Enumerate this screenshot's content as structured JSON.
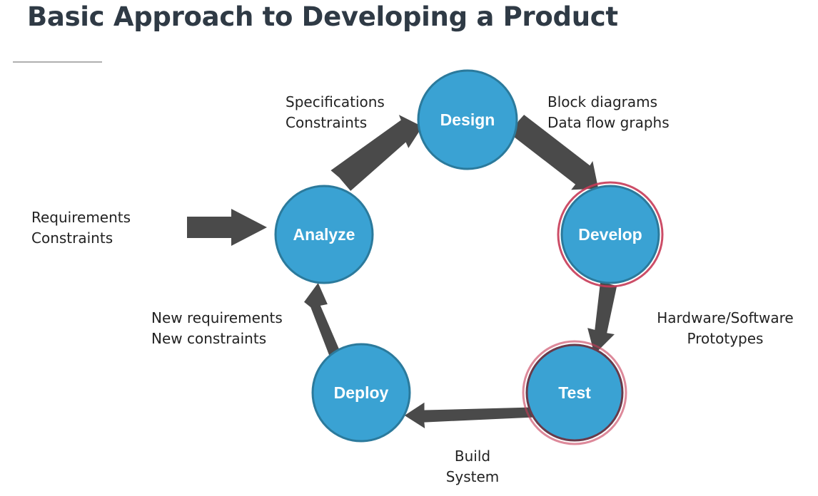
{
  "title": "Basic Approach to Developing a Product",
  "colors": {
    "node_fill": "#3aa2d3",
    "node_outline": "#2b7a9c",
    "highlight_ring": "#c73a56",
    "arrow": "#4a4a4a",
    "title": "#2f3a45"
  },
  "nodes": {
    "design": {
      "label": "Design",
      "icon": "circle-node"
    },
    "develop": {
      "label": "Develop",
      "icon": "circle-node",
      "highlighted": true
    },
    "test": {
      "label": "Test",
      "icon": "circle-node",
      "highlighted": true
    },
    "deploy": {
      "label": "Deploy",
      "icon": "circle-node"
    },
    "analyze": {
      "label": "Analyze",
      "icon": "circle-node"
    }
  },
  "annotations": {
    "input": {
      "line1": "Requirements",
      "line2": "Constraints"
    },
    "analyze_to_design": {
      "line1": "Specifications",
      "line2": "Constraints"
    },
    "design_to_develop": {
      "line1": "Block diagrams",
      "line2": "Data flow graphs"
    },
    "develop_to_test": {
      "line1": "Hardware/Software",
      "line2": "Prototypes"
    },
    "test_to_deploy": {
      "line1": "Build",
      "line2": "System"
    },
    "deploy_to_analyze": {
      "line1": "New requirements",
      "line2": "New constraints"
    }
  }
}
